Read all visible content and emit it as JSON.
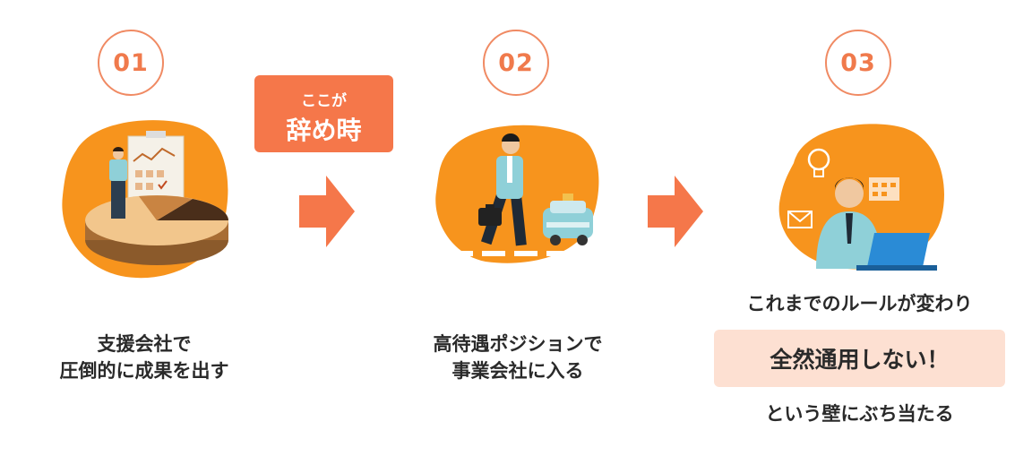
{
  "steps": [
    {
      "number": "01",
      "caption_line1": "支援会社で",
      "caption_line2": "圧倒的に成果を出す",
      "illustration_icon": "business-person-pie-chart"
    },
    {
      "number": "02",
      "caption_line1": "高待遇ポジションで",
      "caption_line2": "事業会社に入る",
      "illustration_icon": "commuting-businessman-taxi"
    },
    {
      "number": "03",
      "caption_top": "これまでのルールが変わり",
      "caption_highlight": "全然通用しない！",
      "caption_bottom": "という壁にぶち当たる",
      "illustration_icon": "office-worker-laptop"
    }
  ],
  "callout": {
    "small": "ここが",
    "big": "辞め時"
  },
  "colors": {
    "accent": "#f5774a",
    "blob": "#f7941d",
    "highlight_bg": "#fde0d2",
    "text": "#2a2a2a"
  }
}
